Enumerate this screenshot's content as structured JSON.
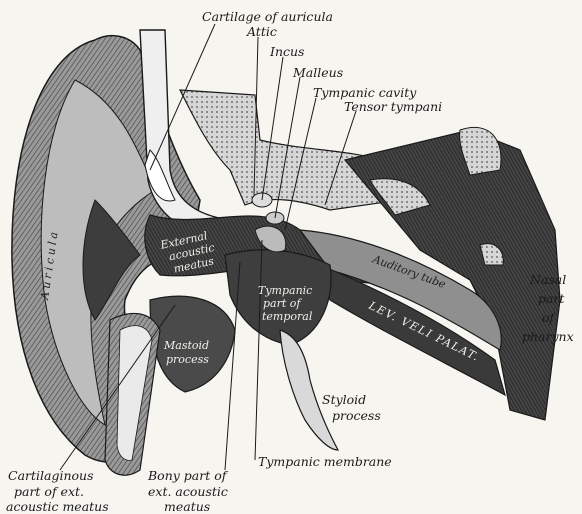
{
  "labels": {
    "cartilage_of_auricula": "Cartilage of auricula",
    "attic": "Attic",
    "incus": "Incus",
    "malleus": "Malleus",
    "tympanic_cavity": "Tympanic cavity",
    "tensor_tympani": "Tensor tympani",
    "auricula": "Auricula",
    "external_acoustic_meatus": [
      "External",
      "acoustic",
      "meatus"
    ],
    "auditory_tube": "Auditory tube",
    "nasal_part_of_pharynx": [
      "Nasal",
      "part",
      "of",
      "pharynx"
    ],
    "tympanic_part_of_temporal": [
      "Tympanic",
      "part of",
      "temporal"
    ],
    "mastoid_process": [
      "Mastoid",
      "process"
    ],
    "lev_veli_palat": "LEV. VELI PALAT.",
    "styloid_process": [
      "Styloid",
      "process"
    ],
    "tympanic_membrane": "Tympanic membrane",
    "cartilaginous_part": [
      "Cartilaginous",
      "part of ext.",
      "acoustic meatus"
    ],
    "bony_part": [
      "Bony part of",
      "ext. acoustic",
      "meatus"
    ]
  },
  "colors": {
    "paper": "#f7f5f0",
    "ink": "#1a1a1a",
    "dark_fill": "#3a3a3a",
    "mid_fill": "#8a8a8a",
    "light_fill": "#cfcfcf"
  }
}
